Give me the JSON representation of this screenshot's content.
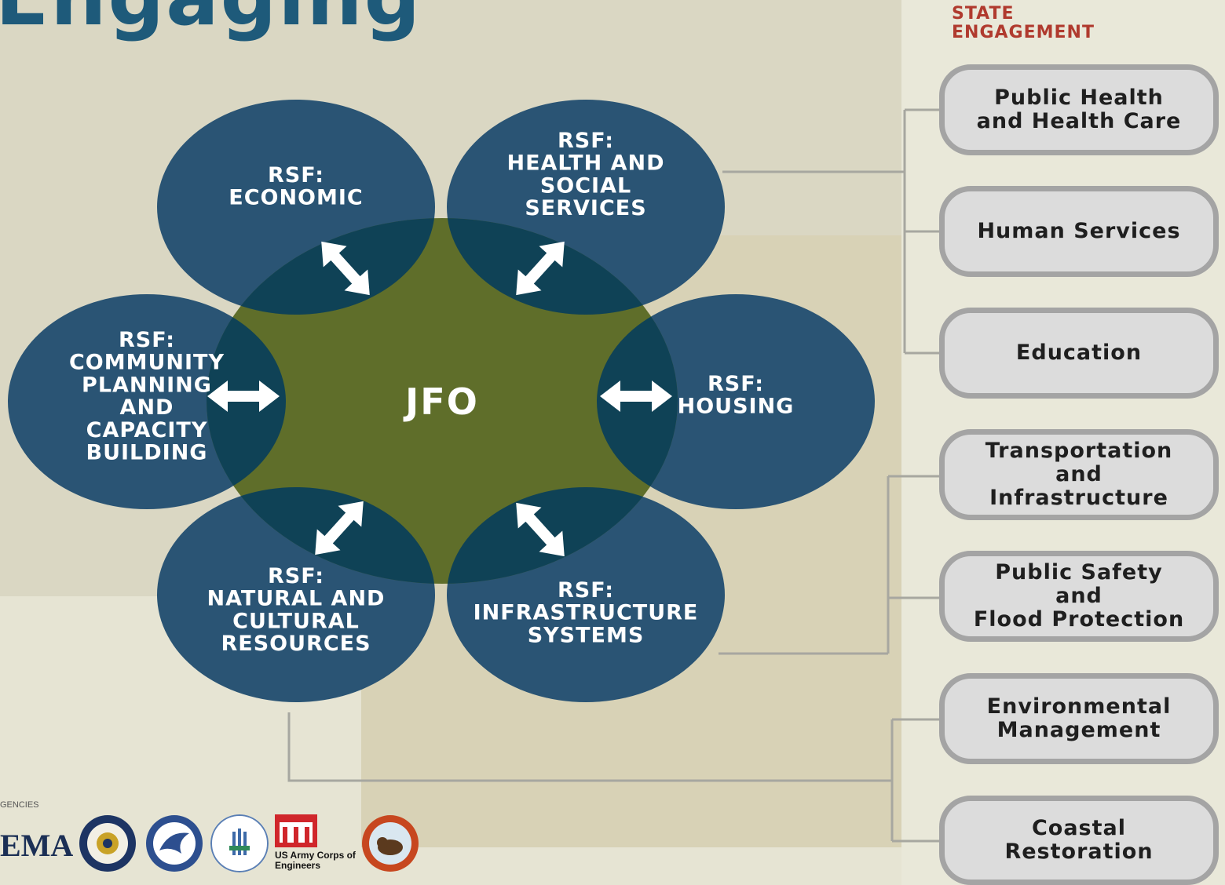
{
  "header": {
    "title": "Engaging"
  },
  "diagram": {
    "center": {
      "label": "JFO"
    },
    "rsf_nodes": [
      {
        "id": "economic",
        "lines": [
          "RSF:",
          "ECONOMIC"
        ]
      },
      {
        "id": "health",
        "lines": [
          "RSF:",
          "HEALTH AND",
          "SOCIAL",
          "SERVICES"
        ]
      },
      {
        "id": "community",
        "lines": [
          "RSF:",
          "COMMUNITY",
          "PLANNING",
          "AND",
          "CAPACITY",
          "BUILDING"
        ]
      },
      {
        "id": "housing",
        "lines": [
          "RSF:",
          "HOUSING"
        ]
      },
      {
        "id": "natural",
        "lines": [
          "RSF:",
          "NATURAL AND",
          "CULTURAL",
          "RESOURCES"
        ]
      },
      {
        "id": "infrastructure",
        "lines": [
          "RSF:",
          "INFRASTRUCTURE",
          "SYSTEMS"
        ]
      }
    ],
    "colors": {
      "rsf_fill": "#2a5474",
      "center_fill": "#5f6e2a",
      "overlap_fill": "#0f4256",
      "arrow": "#ffffff",
      "connector": "#a7a7a0"
    }
  },
  "state_engagement": {
    "title_lines": [
      "STATE",
      "ENGAGEMENT"
    ],
    "items": [
      {
        "label": "Public Health\nand Health Care"
      },
      {
        "label": "Human Services"
      },
      {
        "label": "Education"
      },
      {
        "label": "Transportation\nand\nInfrastructure"
      },
      {
        "label": "Public Safety\nand\nFlood Protection"
      },
      {
        "label": "Environmental\nManagement"
      },
      {
        "label": "Coastal\nRestoration"
      }
    ]
  },
  "agencies": {
    "label": "GENCIES",
    "fema_text": "EMA",
    "usace_text": "US Army Corps of Engineers"
  }
}
